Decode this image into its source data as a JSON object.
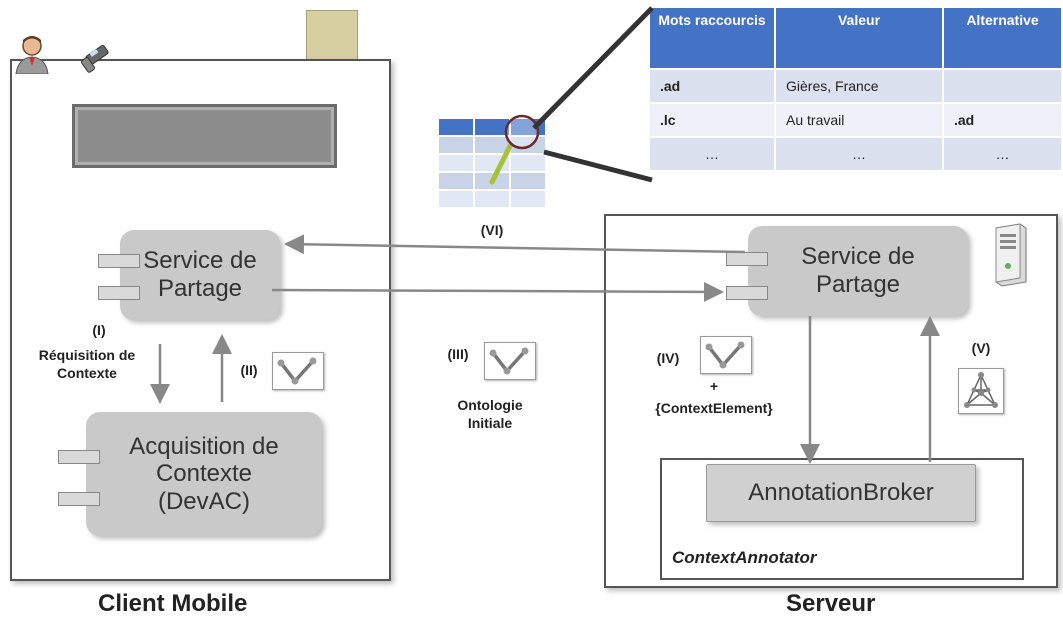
{
  "client": {
    "title": "Client Mobile",
    "service_label_1": "Service de",
    "service_label_2": "Partage",
    "acq_label_1": "Acquisition de",
    "acq_label_2": "Contexte",
    "acq_label_3": "(DevAC)"
  },
  "server": {
    "title": "Serveur",
    "service_label_1": "Service de",
    "service_label_2": "Partage",
    "broker_label": "AnnotationBroker",
    "annotator_label": "ContextAnnotator"
  },
  "steps": {
    "s1": "(I)",
    "s1_text_1": "Réquisition de",
    "s1_text_2": "Contexte",
    "s2": "(II)",
    "s3": "(III)",
    "s3_text_1": "Ontologie",
    "s3_text_2": "Initiale",
    "s4": "(IV)",
    "s4_plus": "+",
    "s4_text": "{ContextElement}",
    "s5": "(V)",
    "s6": "(VI)"
  },
  "table": {
    "headers": [
      "Mots raccourcis",
      "Valeur",
      "Alternative"
    ],
    "rows": [
      [
        ".ad",
        "Gières, France",
        ""
      ],
      [
        ".lc",
        "Au travail",
        ".ad"
      ],
      [
        "…",
        "…",
        "…"
      ]
    ]
  },
  "colors": {
    "header_blue": "#4472c4",
    "component_gray": "#c9c9c9",
    "arrow_gray": "#888888"
  },
  "icons": [
    "user-icon",
    "phone-icon",
    "ontology-check-icon",
    "ontology-graph-icon",
    "server-tower-icon",
    "magnifier-icon",
    "table-grid-icon"
  ]
}
